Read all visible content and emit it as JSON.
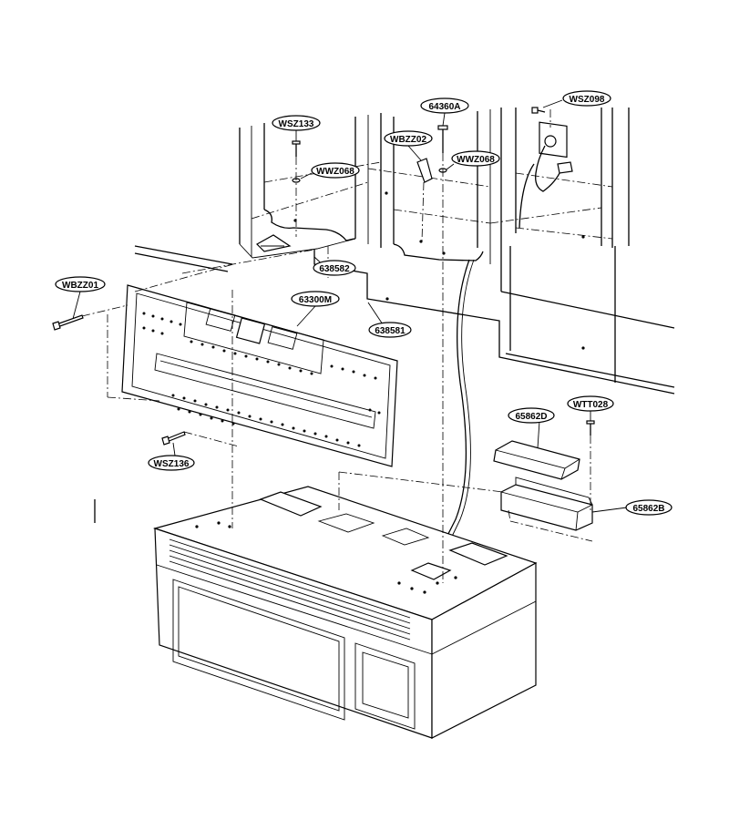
{
  "parts": [
    {
      "id": "wsz133",
      "label": "WSZ133"
    },
    {
      "id": "wwz068-left",
      "label": "WWZ068"
    },
    {
      "id": "64360a",
      "label": "64360A"
    },
    {
      "id": "wbzz02",
      "label": "WBZZ02"
    },
    {
      "id": "wwz068-right",
      "label": "WWZ068"
    },
    {
      "id": "wsz098",
      "label": "WSZ098"
    },
    {
      "id": "638582",
      "label": "638582"
    },
    {
      "id": "wbzz01",
      "label": "WBZZ01"
    },
    {
      "id": "63300m",
      "label": "63300M"
    },
    {
      "id": "638581",
      "label": "638581"
    },
    {
      "id": "65862d",
      "label": "65862D"
    },
    {
      "id": "wtt028",
      "label": "WTT028"
    },
    {
      "id": "wsz136",
      "label": "WSZ136"
    },
    {
      "id": "65862b",
      "label": "65862B"
    }
  ]
}
